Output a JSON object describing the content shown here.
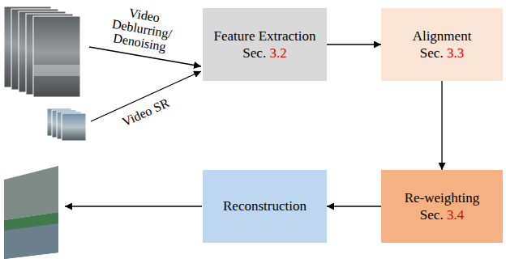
{
  "diagram": {
    "nodes": [
      {
        "text": [
          "Feature Extraction",
          "Sec. 3.2"
        ]
      },
      {
        "text": [
          "Alignment",
          "Sec. 3.3"
        ]
      },
      {
        "text": [
          "Re-weighting",
          "Sec. 3.4"
        ]
      },
      {
        "text": [
          "Reconstruction"
        ]
      }
    ],
    "edges": [
      {
        "from": 0,
        "to": 1,
        "arrow": "to"
      },
      {
        "from": 1,
        "to": 2,
        "arrow": "to"
      },
      {
        "from": 2,
        "to": 3,
        "arrow": "to"
      }
    ],
    "labels": [
      "Video Deblurring/ Denoising",
      "Video SR"
    ]
  }
}
